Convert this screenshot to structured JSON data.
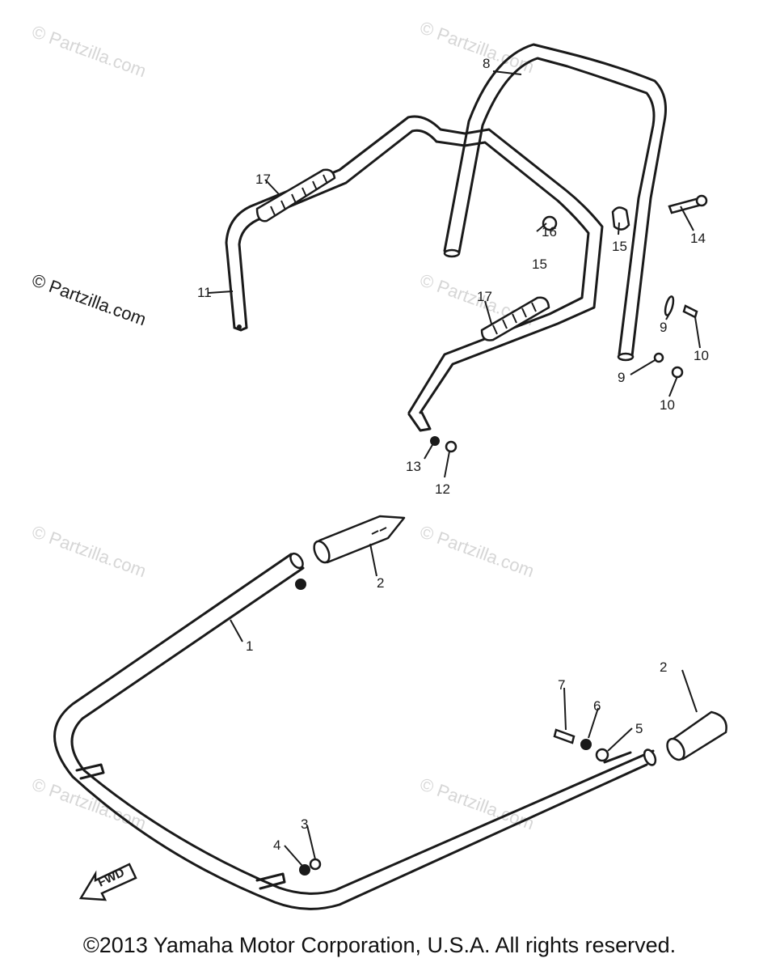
{
  "watermarks": [
    "© Partzilla.com",
    "© Partzilla.com",
    "© Partzilla.com",
    "© Partzilla.com",
    "© Partzilla.com",
    "© Partzilla.com",
    "© Partzilla.com",
    "© Partzilla.com"
  ],
  "callouts": {
    "c1": "1",
    "c2a": "2",
    "c2b": "2",
    "c3": "3",
    "c4": "4",
    "c5": "5",
    "c6": "6",
    "c7": "7",
    "c8": "8",
    "c9a": "9",
    "c9b": "9",
    "c10a": "10",
    "c10b": "10",
    "c11": "11",
    "c12": "12",
    "c13": "13",
    "c14": "14",
    "c15a": "15",
    "c15b": "15",
    "c16": "16",
    "c17a": "17",
    "c17b": "17"
  },
  "fwd_label": "FWD",
  "copyright": "©2013 Yamaha Motor Corporation, U.S.A. All rights reserved."
}
